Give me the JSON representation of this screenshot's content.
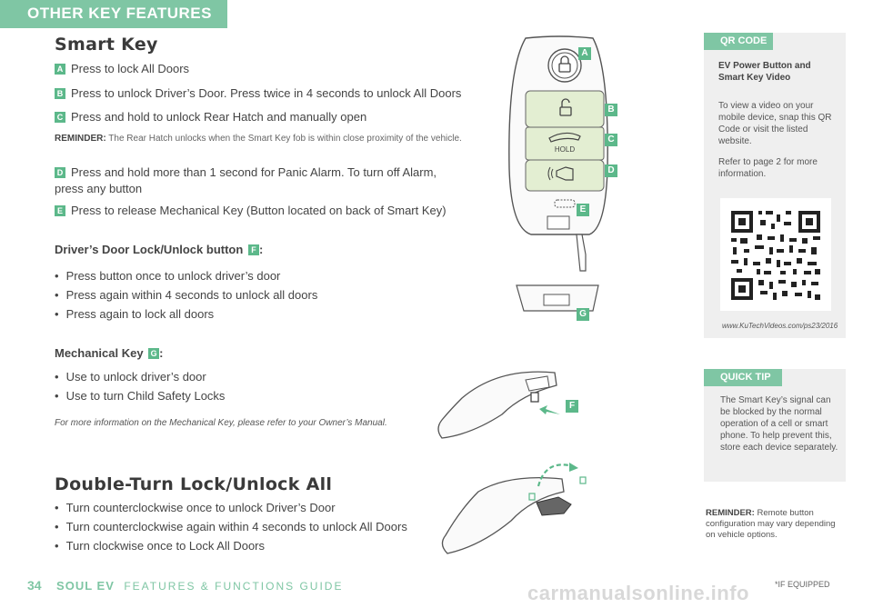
{
  "header": {
    "section": "OTHER KEY FEATURES"
  },
  "smart_key": {
    "title": "Smart Key",
    "items": [
      {
        "badge": "A",
        "text": "Press to lock All Doors"
      },
      {
        "badge": "B",
        "text": "Press to unlock Driver’s Door. Press twice in 4 seconds to unlock All Doors"
      },
      {
        "badge": "C",
        "text": "Press and hold to unlock Rear Hatch and manually open"
      },
      {
        "badge": "D",
        "text": "Press and hold more than 1 second for Panic Alarm. To turn off Alarm, press any button"
      },
      {
        "badge": "E",
        "text": "Press to release Mechanical Key (Button located on back of Smart Key)"
      }
    ],
    "reminder_label": "REMINDER:",
    "reminder_text": "The Rear Hatch unlocks when the Smart Key fob is within close proximity of the vehicle."
  },
  "driver_door": {
    "heading": "Driver’s Door Lock/Unlock button",
    "badge": "F",
    "colon": ":",
    "bullets": [
      "Press button once to unlock driver’s door",
      "Press again within 4 seconds to unlock all doors",
      "Press again to lock all doors"
    ]
  },
  "mechanical_key": {
    "heading": "Mechanical Key",
    "badge": "G",
    "colon": ":",
    "bullets": [
      "Use to unlock driver’s door",
      "Use to turn Child Safety Locks"
    ],
    "note": "For more information on the Mechanical Key, please refer to your Owner’s Manual."
  },
  "double_turn": {
    "title": "Double-Turn Lock/Unlock All",
    "bullets": [
      "Turn counterclockwise once to unlock Driver’s Door",
      "Turn counterclockwise again within 4 seconds to unlock All Doors",
      "Turn clockwise once to Lock All Doors"
    ]
  },
  "illustration": {
    "callouts": [
      "A",
      "B",
      "C",
      "D",
      "E",
      "F",
      "G"
    ],
    "hold_label": "HOLD"
  },
  "qr_box": {
    "tab": "QR CODE",
    "title": "EV Power Button and Smart Key Video",
    "body": "To view a video on your mobile device, snap this QR Code or visit the listed website.",
    "refer": "Refer to page 2 for more information.",
    "url": "www.KuTechVideos.com/ps23/2016"
  },
  "tip_box": {
    "tab": "QUICK TIP",
    "text": "The Smart Key’s signal can be blocked by the normal operation of a cell or smart phone. To help prevent this, store each device separately."
  },
  "side_reminder": {
    "label": "REMINDER:",
    "text": "Remote button configuration may vary depending on vehicle options."
  },
  "footer": {
    "page": "34",
    "brand": "SOUL EV",
    "guide": "FEATURES & FUNCTIONS GUIDE",
    "note": "*IF EQUIPPED",
    "watermark": "carmanualsonline.info"
  },
  "colors": {
    "accent": "#7fc6a4",
    "badge": "#5cb88a",
    "sidebox": "#efefef"
  }
}
